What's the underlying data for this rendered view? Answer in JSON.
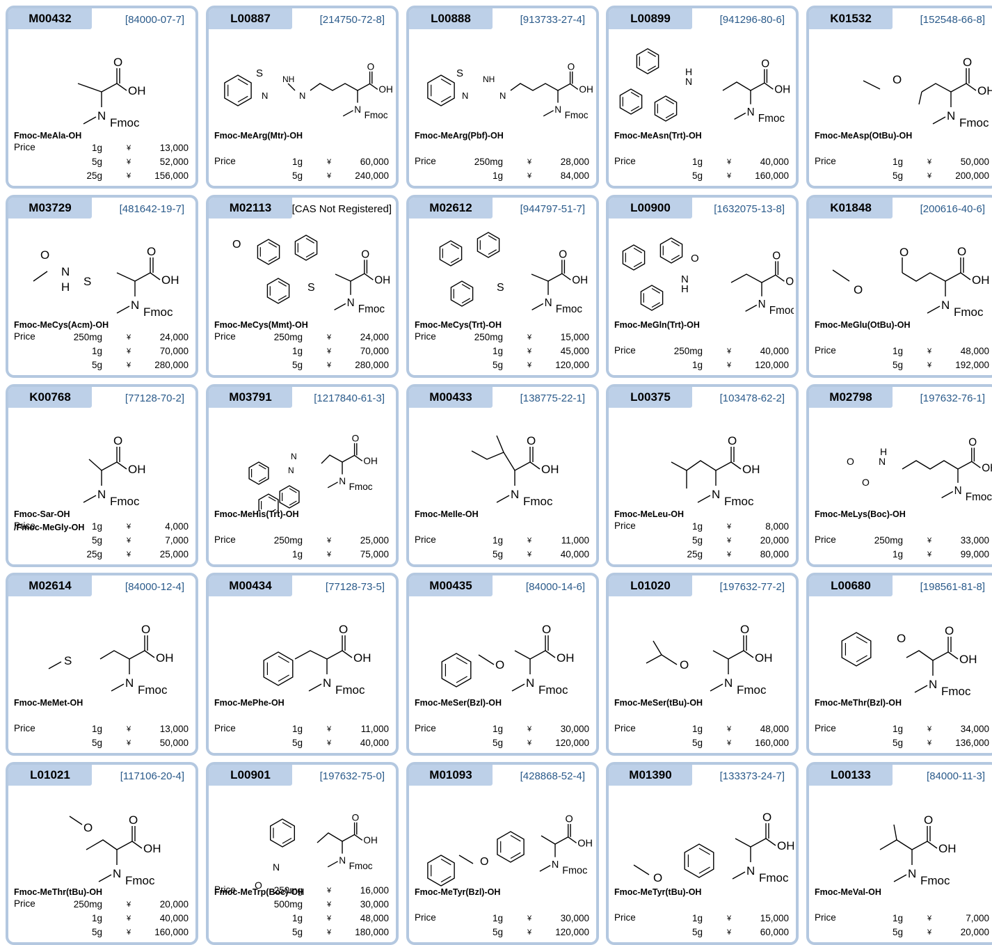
{
  "theme": {
    "border": "#b4c8e0",
    "code_bg": "#bdd0e8",
    "cas_color": "#2a5a8a"
  },
  "price_label": "Price",
  "currency_symbol": "¥",
  "products": [
    {
      "code": "M00432",
      "cas": "[84000-07-7]",
      "name_lines": [
        "Fmoc-MeAla-OH"
      ],
      "prices": [
        {
          "size": "1g",
          "value": "13,000"
        },
        {
          "size": "5g",
          "value": "52,000"
        },
        {
          "size": "25g",
          "value": "156,000"
        }
      ]
    },
    {
      "code": "L00887",
      "cas": "[214750-72-8]",
      "name_lines": [
        "Fmoc-MeArg(Mtr)-OH"
      ],
      "prices": [
        {
          "size": "1g",
          "value": "60,000"
        },
        {
          "size": "5g",
          "value": "240,000"
        }
      ]
    },
    {
      "code": "L00888",
      "cas": "[913733-27-4]",
      "name_lines": [
        "Fmoc-MeArg(Pbf)-OH"
      ],
      "prices": [
        {
          "size": "250mg",
          "value": "28,000"
        },
        {
          "size": "1g",
          "value": "84,000"
        }
      ]
    },
    {
      "code": "L00899",
      "cas": "[941296-80-6]",
      "name_lines": [
        "Fmoc-MeAsn(Trt)-OH"
      ],
      "prices": [
        {
          "size": "1g",
          "value": "40,000"
        },
        {
          "size": "5g",
          "value": "160,000"
        }
      ]
    },
    {
      "code": "K01532",
      "cas": "[152548-66-8]",
      "name_lines": [
        "Fmoc-MeAsp(OtBu)-OH"
      ],
      "prices": [
        {
          "size": "1g",
          "value": "50,000"
        },
        {
          "size": "5g",
          "value": "200,000"
        }
      ]
    },
    {
      "code": "M03729",
      "cas": "[481642-19-7]",
      "name_lines": [
        "Fmoc-MeCys(Acm)-OH"
      ],
      "prices": [
        {
          "size": "250mg",
          "value": "24,000"
        },
        {
          "size": "1g",
          "value": "70,000"
        },
        {
          "size": "5g",
          "value": "280,000"
        }
      ]
    },
    {
      "code": "M02113",
      "cas": "[CAS Not Registered]",
      "name_lines": [
        "Fmoc-MeCys(Mmt)-OH"
      ],
      "prices": [
        {
          "size": "250mg",
          "value": "24,000"
        },
        {
          "size": "1g",
          "value": "70,000"
        },
        {
          "size": "5g",
          "value": "280,000"
        }
      ]
    },
    {
      "code": "M02612",
      "cas": "[944797-51-7]",
      "name_lines": [
        "Fmoc-MeCys(Trt)-OH"
      ],
      "prices": [
        {
          "size": "250mg",
          "value": "15,000"
        },
        {
          "size": "1g",
          "value": "45,000"
        },
        {
          "size": "5g",
          "value": "120,000"
        }
      ]
    },
    {
      "code": "L00900",
      "cas": "[1632075-13-8]",
      "name_lines": [
        "Fmoc-MeGln(Trt)-OH"
      ],
      "prices": [
        {
          "size": "250mg",
          "value": "40,000"
        },
        {
          "size": "1g",
          "value": "120,000"
        }
      ]
    },
    {
      "code": "K01848",
      "cas": "[200616-40-6]",
      "name_lines": [
        "Fmoc-MeGlu(OtBu)-OH"
      ],
      "prices": [
        {
          "size": "1g",
          "value": "48,000"
        },
        {
          "size": "5g",
          "value": "192,000"
        }
      ]
    },
    {
      "code": "K00768",
      "cas": "[77128-70-2]",
      "name_lines": [
        "Fmoc-Sar-OH",
        "/Fmoc-MeGly-OH"
      ],
      "prices": [
        {
          "size": "1g",
          "value": "4,000"
        },
        {
          "size": "5g",
          "value": "7,000"
        },
        {
          "size": "25g",
          "value": "25,000"
        }
      ]
    },
    {
      "code": "M03791",
      "cas": "[1217840-61-3]",
      "name_lines": [
        "Fmoc-MeHis(Trt)-OH"
      ],
      "prices": [
        {
          "size": "250mg",
          "value": "25,000"
        },
        {
          "size": "1g",
          "value": "75,000"
        }
      ]
    },
    {
      "code": "M00433",
      "cas": "[138775-22-1]",
      "name_lines": [
        "Fmoc-MeIle-OH"
      ],
      "prices": [
        {
          "size": "1g",
          "value": "11,000"
        },
        {
          "size": "5g",
          "value": "40,000"
        }
      ]
    },
    {
      "code": "L00375",
      "cas": "[103478-62-2]",
      "name_lines": [
        "Fmoc-MeLeu-OH"
      ],
      "prices": [
        {
          "size": "1g",
          "value": "8,000"
        },
        {
          "size": "5g",
          "value": "20,000"
        },
        {
          "size": "25g",
          "value": "80,000"
        }
      ]
    },
    {
      "code": "M02798",
      "cas": "[197632-76-1]",
      "name_lines": [
        "Fmoc-MeLys(Boc)-OH"
      ],
      "prices": [
        {
          "size": "250mg",
          "value": "33,000"
        },
        {
          "size": "1g",
          "value": "99,000"
        }
      ]
    },
    {
      "code": "M02614",
      "cas": "[84000-12-4]",
      "name_lines": [
        "Fmoc-MeMet-OH"
      ],
      "prices": [
        {
          "size": "1g",
          "value": "13,000"
        },
        {
          "size": "5g",
          "value": "50,000"
        }
      ]
    },
    {
      "code": "M00434",
      "cas": "[77128-73-5]",
      "name_lines": [
        "Fmoc-MePhe-OH"
      ],
      "prices": [
        {
          "size": "1g",
          "value": "11,000"
        },
        {
          "size": "5g",
          "value": "40,000"
        }
      ]
    },
    {
      "code": "M00435",
      "cas": "[84000-14-6]",
      "name_lines": [
        "Fmoc-MeSer(Bzl)-OH"
      ],
      "prices": [
        {
          "size": "1g",
          "value": "30,000"
        },
        {
          "size": "5g",
          "value": "120,000"
        }
      ]
    },
    {
      "code": "L01020",
      "cas": "[197632-77-2]",
      "name_lines": [
        "Fmoc-MeSer(tBu)-OH"
      ],
      "prices": [
        {
          "size": "1g",
          "value": "48,000"
        },
        {
          "size": "5g",
          "value": "160,000"
        }
      ]
    },
    {
      "code": "L00680",
      "cas": "[198561-81-8]",
      "name_lines": [
        "Fmoc-MeThr(Bzl)-OH"
      ],
      "prices": [
        {
          "size": "1g",
          "value": "34,000"
        },
        {
          "size": "5g",
          "value": "136,000"
        }
      ]
    },
    {
      "code": "L01021",
      "cas": "[117106-20-4]",
      "name_lines": [
        "Fmoc-MeThr(tBu)-OH"
      ],
      "prices": [
        {
          "size": "250mg",
          "value": "20,000"
        },
        {
          "size": "1g",
          "value": "40,000"
        },
        {
          "size": "5g",
          "value": "160,000"
        }
      ]
    },
    {
      "code": "L00901",
      "cas": "[197632-75-0]",
      "name_lines": [
        "Fmoc-MeTrp(Boc)-OH"
      ],
      "prices": [
        {
          "size": "250mg",
          "value": "16,000"
        },
        {
          "size": "500mg",
          "value": "30,000"
        },
        {
          "size": "1g",
          "value": "48,000"
        },
        {
          "size": "5g",
          "value": "180,000"
        }
      ]
    },
    {
      "code": "M01093",
      "cas": "[428868-52-4]",
      "name_lines": [
        "Fmoc-MeTyr(Bzl)-OH"
      ],
      "prices": [
        {
          "size": "1g",
          "value": "30,000"
        },
        {
          "size": "5g",
          "value": "120,000"
        }
      ]
    },
    {
      "code": "M01390",
      "cas": "[133373-24-7]",
      "name_lines": [
        "Fmoc-MeTyr(tBu)-OH"
      ],
      "prices": [
        {
          "size": "1g",
          "value": "15,000"
        },
        {
          "size": "5g",
          "value": "60,000"
        }
      ]
    },
    {
      "code": "L00133",
      "cas": "[84000-11-3]",
      "name_lines": [
        "Fmoc-MeVal-OH"
      ],
      "prices": [
        {
          "size": "1g",
          "value": "7,000"
        },
        {
          "size": "5g",
          "value": "20,000"
        }
      ]
    }
  ],
  "structure_labels": {
    "carbonyl_o": "O",
    "acid_oh": "OH",
    "amine_n": "N",
    "fmoc": "Fmoc",
    "sulfur": "S",
    "ether_o": "O",
    "imine_nh": "NH",
    "amide_h": "H",
    "amide_n": "N"
  }
}
